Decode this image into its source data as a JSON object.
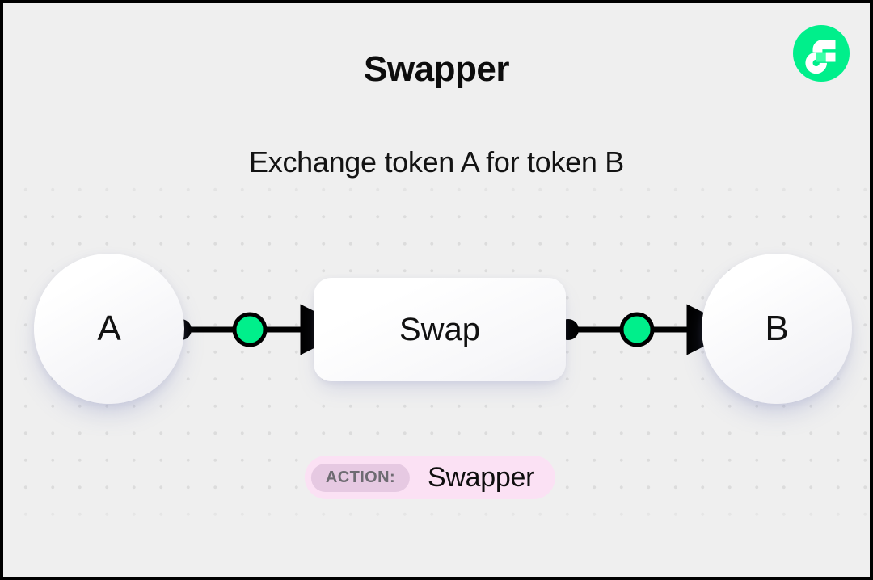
{
  "header": {
    "title": "Swapper",
    "subtitle": "Exchange token A for token B",
    "logo_icon": "flow-logo-icon"
  },
  "diagram": {
    "nodes": [
      {
        "id": "token-a",
        "label": "A",
        "shape": "circle"
      },
      {
        "id": "swap",
        "label": "Swap",
        "shape": "rounded-rect"
      },
      {
        "id": "token-b",
        "label": "B",
        "shape": "circle"
      }
    ],
    "connectors": [
      {
        "id": "connector-a-to-swap",
        "from": "token-a",
        "to": "swap",
        "marker": "arrow",
        "dot_color": "#000000",
        "node_color": "#00ef8b"
      },
      {
        "id": "connector-swap-to-b",
        "from": "swap",
        "to": "token-b",
        "marker": "arrow",
        "dot_color": "#000000",
        "node_color": "#00ef8b"
      }
    ]
  },
  "action_badge": {
    "label": "ACTION:",
    "value": "Swapper"
  },
  "colors": {
    "canvas_background": "#efefef",
    "border": "#000000",
    "accent_green": "#00ef8b",
    "accent_green_light": "#3dffa8",
    "dot_grid": "#dcdcdc",
    "badge_background": "#fbe1f4",
    "badge_pill_background": "#e6c9e2",
    "badge_pill_text": "#6e6b72",
    "node_text": "#121212"
  }
}
